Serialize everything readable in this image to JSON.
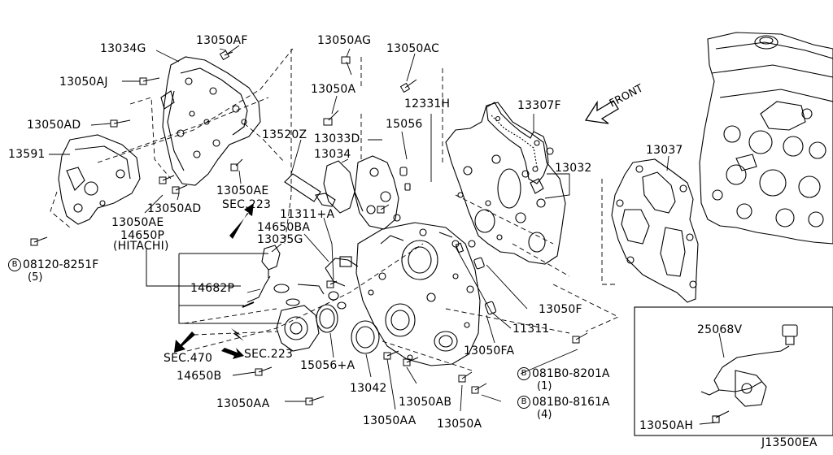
{
  "diagram_id": "J13500EA",
  "front_label": "FRONT",
  "parts": {
    "p13034G": "13034G",
    "p13050AF": "13050AF",
    "p13050AG": "13050AG",
    "p13050AC": "13050AC",
    "p13050AJ": "13050AJ",
    "p13050A_top": "13050A",
    "p12331H": "12331H",
    "p13307F": "13307F",
    "p13050AD_left": "13050AD",
    "p13520Z": "13520Z",
    "p13033D": "13033D",
    "p15056": "15056",
    "p13591": "13591",
    "p13034": "13034",
    "p13037": "13037",
    "p13032": "13032",
    "p13050AE_a": "13050AE",
    "p13050AD_b": "13050AD",
    "p13050AE_b": "13050AE",
    "p11311A": "11311+A",
    "p14650BA": "14650BA",
    "p14650P": "14650P",
    "p13035G": "13035G",
    "p14682P": "14682P",
    "p13050F": "13050F",
    "p11311": "11311",
    "p25068V": "25068V",
    "p13050FA": "13050FA",
    "p15056A": "15056+A",
    "p14650B": "14650B",
    "p13042": "13042",
    "p13050AB": "13050AB",
    "p13050AA_l": "13050AA",
    "p13050AA_b": "13050AA",
    "p13050A_b": "13050A",
    "p13050AH": "13050AH"
  },
  "sections": {
    "sec223_top": "SEC.223",
    "sec223_bottom": "SEC.223",
    "sec470": "SEC.470",
    "hitachi": "(HITACHI)"
  },
  "bolts": [
    {
      "circle": "B",
      "code": "08120-8251F",
      "qty": "(5)"
    },
    {
      "circle": "B",
      "code": "081B0-8201A",
      "qty": "(1)"
    },
    {
      "circle": "B",
      "code": "081B0-8161A",
      "qty": "(4)"
    }
  ]
}
